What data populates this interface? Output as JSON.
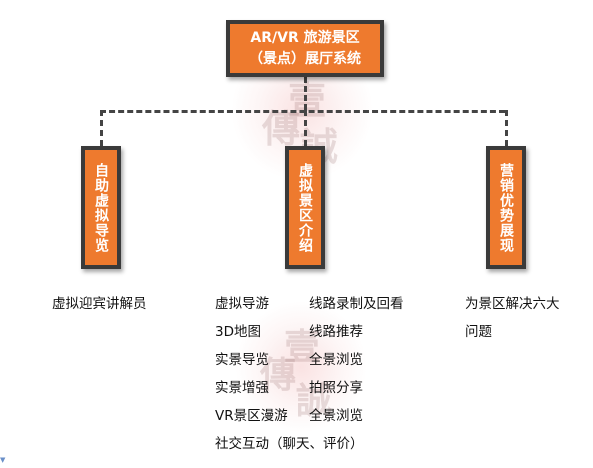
{
  "top": {
    "line1": "AR/VR 旅游景区",
    "line2": "（景点）展厅系统"
  },
  "branches": [
    {
      "label": "自助虚拟导览",
      "details": [
        "虚拟迎宾讲解员"
      ]
    },
    {
      "label": "虚拟景区介绍",
      "details": [
        "虚拟导游",
        "3D地图",
        "实景导览",
        "实景增强",
        "VR景区漫游",
        "社交互动（聊天、评价）",
        "线路录制及回看",
        "线路推荐",
        "全景浏览",
        "拍照分享",
        "全景浏览"
      ]
    },
    {
      "label": "营销优势展现",
      "details": [
        "为景区解决六大",
        "问题"
      ]
    }
  ],
  "watermark": {
    "chars": [
      "壹",
      "傳",
      "誠"
    ]
  },
  "colors": {
    "box_fill": "#ee7a2e",
    "box_border": "#3a3a3a",
    "connector": "#444444"
  }
}
